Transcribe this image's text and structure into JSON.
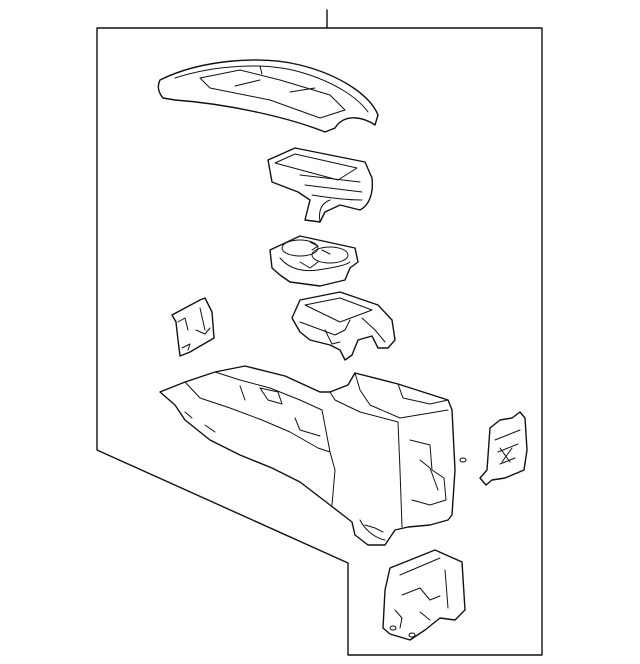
{
  "diagram": {
    "type": "exploded-parts-illustration",
    "parts": [
      "armrest-lid",
      "rear-storage-bin",
      "cupholder-insert",
      "front-storage-tray",
      "left-side-bracket",
      "console-body",
      "right-side-bracket",
      "mounting-bracket"
    ]
  }
}
